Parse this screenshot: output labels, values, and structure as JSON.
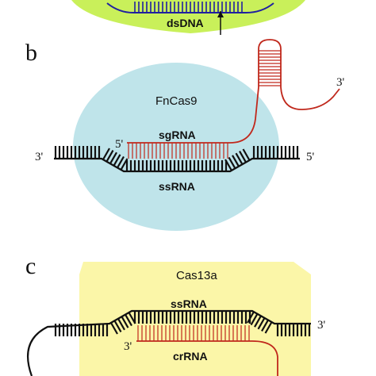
{
  "colors": {
    "panel_a_fill": "#c9f05a",
    "panel_a_strand": "#2020a0",
    "panel_b_fill": "#bfe4ea",
    "panel_c_fill": "#fbf6a8",
    "strand_black": "#111111",
    "rna_red": "#c0281c"
  },
  "panel_a": {
    "label": "dsDNA"
  },
  "panel_b": {
    "letter": "b",
    "protein": "FnCas9",
    "guide_label": "sgRNA",
    "target_label": "ssRNA",
    "left_end": "3'",
    "right_end": "5'",
    "guide_five_prime": "5'",
    "hairpin_end": "3'"
  },
  "panel_c": {
    "letter": "c",
    "protein": "Cas13a",
    "target_label": "ssRNA",
    "guide_label": "crRNA",
    "right_end": "3'",
    "guide_three_prime": "3'"
  }
}
